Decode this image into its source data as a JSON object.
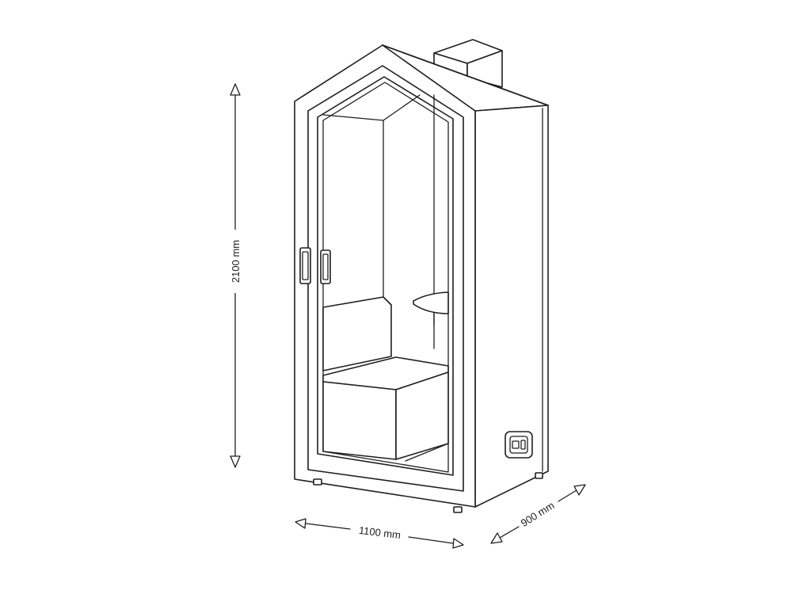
{
  "dimensions": {
    "height_label": "2100 mm",
    "width_label": "1100 mm",
    "depth_label": "900 mm"
  },
  "colors": {
    "line": "#1f1f1f",
    "background": "#ffffff"
  }
}
